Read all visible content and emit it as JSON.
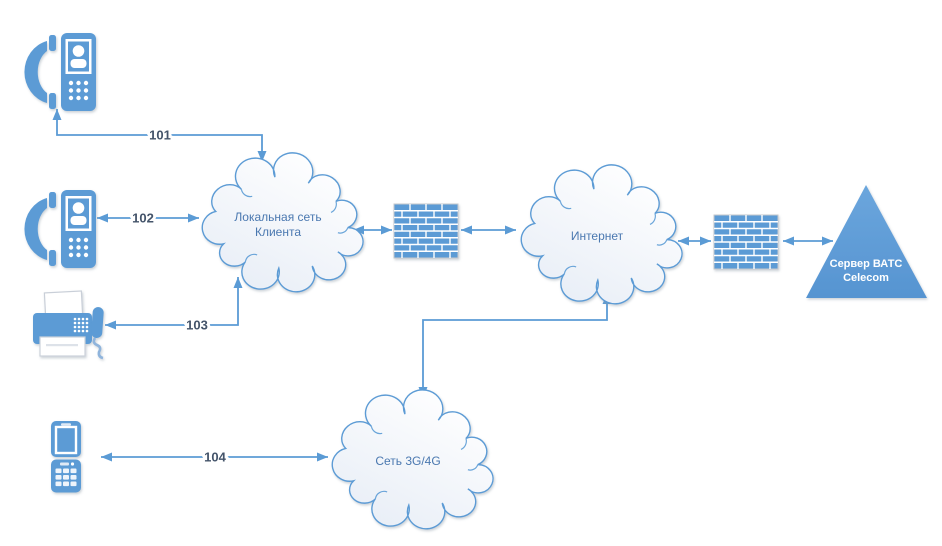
{
  "colors": {
    "accent": "#5b9bd5",
    "cloud_text": "#4a78b0",
    "connector_label_text": "#44546a",
    "server_text": "#ffffff",
    "cloud_fill_top": "#ffffff",
    "cloud_fill_bottom": "#e7edf6"
  },
  "nodes": {
    "desk_phone_101": {
      "icon": "voip-phone-icon"
    },
    "desk_phone_102": {
      "icon": "voip-phone-icon"
    },
    "fax_103": {
      "icon": "fax-icon"
    },
    "mobile_104": {
      "icon": "mobile-phone-icon"
    },
    "client_lan": {
      "label_line1": "Локальная сеть",
      "label_line2": "Клиента"
    },
    "internet": {
      "label": "Интернет"
    },
    "mobile_network": {
      "label": "Сеть 3G/4G"
    },
    "firewall_left": {
      "icon": "firewall-icon"
    },
    "firewall_right": {
      "icon": "firewall-icon"
    },
    "server": {
      "label_line1": "Сервер ВАТС",
      "label_line2": "Celecom"
    }
  },
  "connections": {
    "ext101": {
      "label": "101",
      "from": "client_lan",
      "to": "desk_phone_101",
      "arrows": "both"
    },
    "ext102": {
      "label": "102",
      "from": "client_lan",
      "to": "desk_phone_102",
      "arrows": "both"
    },
    "ext103": {
      "label": "103",
      "from": "client_lan",
      "to": "fax_103",
      "arrows": "both"
    },
    "ext104": {
      "label": "104",
      "from": "mobile_network",
      "to": "mobile_104",
      "arrows": "both"
    },
    "lan_fw1": {
      "label": "",
      "from": "client_lan",
      "to": "firewall_left",
      "arrows": "both"
    },
    "fw1_internet": {
      "label": "",
      "from": "firewall_left",
      "to": "internet",
      "arrows": "both"
    },
    "internet_fw2": {
      "label": "",
      "from": "internet",
      "to": "firewall_right",
      "arrows": "both"
    },
    "fw2_server": {
      "label": "",
      "from": "firewall_right",
      "to": "server",
      "arrows": "both"
    },
    "internet_3g": {
      "label": "",
      "from": "internet",
      "to": "mobile_network",
      "arrows": "both"
    }
  }
}
